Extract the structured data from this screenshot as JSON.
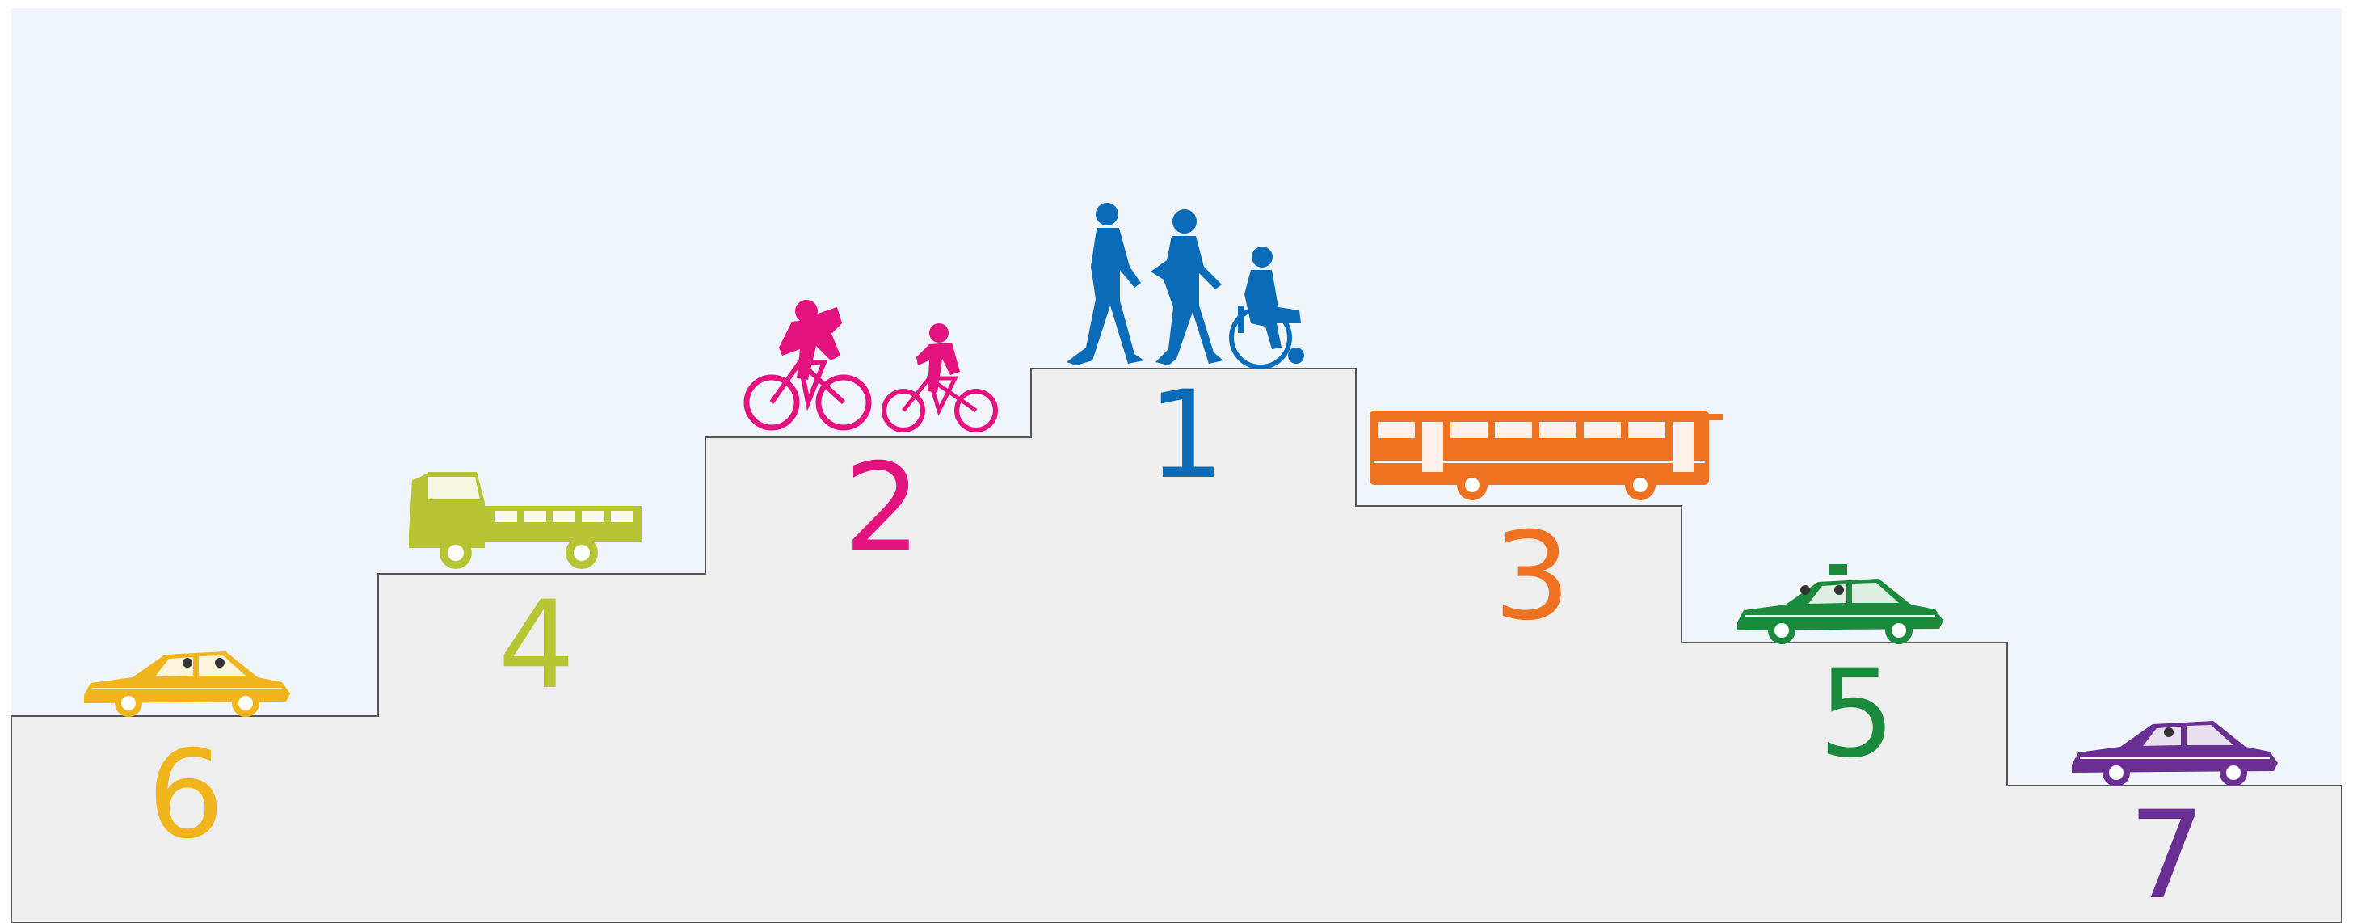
{
  "colors": {
    "background": "#f0f5fb",
    "stair_fill": "#eeeeee",
    "stair_stroke": "#555555",
    "walking": "#0a6bb8",
    "cycling": "#e4127f",
    "bus": "#ef7122",
    "truck": "#b7c433",
    "taxi": "#1c8a3c",
    "private_car": "#f0b41c",
    "car_7": "#6a2f93"
  },
  "ranks": [
    {
      "number": "1",
      "icon": "pedestrians-wheelchair-icon",
      "color": "#0a6bb8"
    },
    {
      "number": "2",
      "icon": "cyclists-icon",
      "color": "#e4127f"
    },
    {
      "number": "3",
      "icon": "bus-icon",
      "color": "#ef7122"
    },
    {
      "number": "4",
      "icon": "truck-icon",
      "color": "#b7c433"
    },
    {
      "number": "5",
      "icon": "taxi-icon",
      "color": "#1c8a3c"
    },
    {
      "number": "6",
      "icon": "car-icon",
      "color": "#f0b41c"
    },
    {
      "number": "7",
      "icon": "car-icon",
      "color": "#6a2f93"
    }
  ]
}
